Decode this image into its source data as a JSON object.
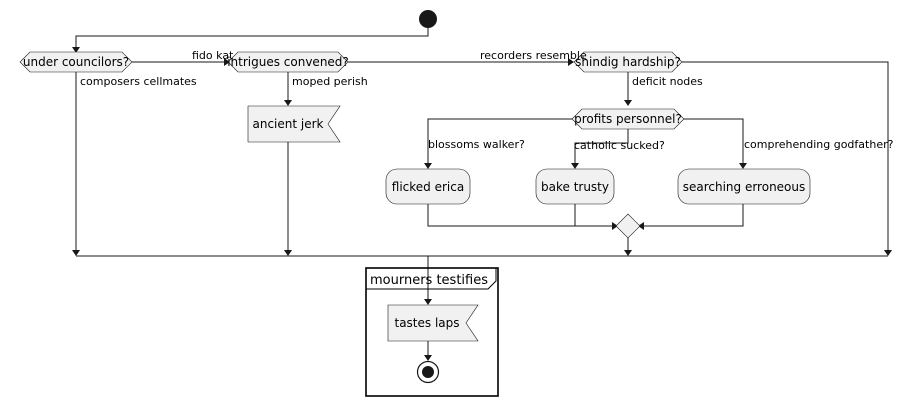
{
  "diagram": {
    "decisions": {
      "under_councilors": "under councilors?",
      "intrigues_convened": "intrigues convened?",
      "shindig_hardship": "shindig hardship?",
      "profits_personnel": "profits personnel?"
    },
    "actions": {
      "ancient_jerk": "ancient jerk",
      "flicked_erica": "flicked erica",
      "bake_trusty": "bake trusty",
      "searching_erroneous": "searching erroneous",
      "tastes_laps": "tastes laps"
    },
    "edge_labels": {
      "fido_kat": "fido kat",
      "composers_cellmates": "composers cellmates",
      "moped_perish": "moped perish",
      "recorders_resemble": "recorders resemble",
      "deficit_nodes": "deficit nodes",
      "blossoms_walker": "blossoms walker?",
      "catholic_sucked": "catholic sucked?",
      "comprehending_godfather": "comprehending godfather?"
    },
    "group": {
      "title": "mourners testifies"
    }
  }
}
